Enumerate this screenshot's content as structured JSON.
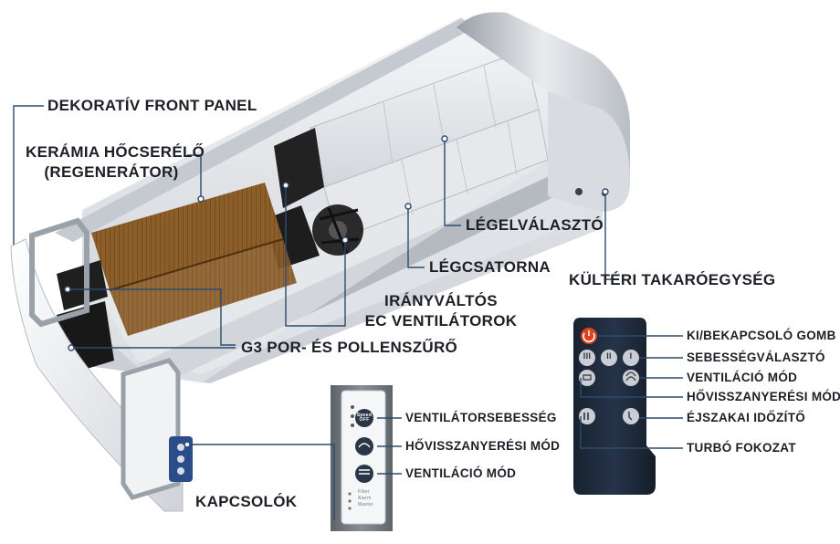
{
  "labels": {
    "front_panel": "DEKORATÍV FRONT PANEL",
    "ceramic_line1": "KERÁMIA HŐCSERÉLŐ",
    "ceramic_line2": "(REGENERÁTOR)",
    "air_separator": "LÉGELVÁLASZTÓ",
    "air_duct": "LÉGCSATORNA",
    "outdoor_cover": "KÜLTÉRI TAKARÓEGYSÉG",
    "fans_line1": "IRÁNYVÁLTÓS",
    "fans_line2": "EC VENTILÁTOROK",
    "filter": "G3 POR- ÉS POLLENSZŰRŐ",
    "switches": "KAPCSOLÓK"
  },
  "panel_labels": {
    "fan_speed": "VENTILÁTORSEBESSÉG",
    "heat_recovery": "HŐVISSZANYERÉSI MÓD",
    "ventilation": "VENTILÁCIÓ MÓD",
    "speed_btn_line1": "Speed",
    "speed_btn_line2": "OFF",
    "led_filter": "Filter",
    "led_alarm": "Alarm",
    "led_master": "Master"
  },
  "remote_labels": {
    "power": "KI/BEKAPCSOLÓ GOMB",
    "speed_selector": "SEBESSÉGVÁLASZTÓ",
    "ventilation": "VENTILÁCIÓ MÓD",
    "heat_recovery": "HŐVISSZANYERÉSI MÓD",
    "night_timer": "ÉJSZAKAI IDŐZÍTŐ",
    "turbo": "TURBÓ FOKOZAT",
    "btn_iii": "III",
    "btn_ii": "II",
    "btn_i": "I"
  },
  "colors": {
    "housing": "#e3e6ea",
    "ceramic": "#8c5e2a",
    "remote": "#1e2a3c",
    "power_button": "#d9431f",
    "leader": "#2c4a6e"
  }
}
